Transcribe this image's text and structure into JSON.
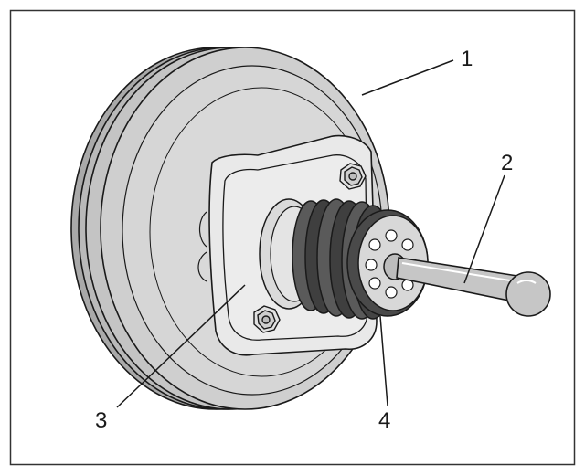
{
  "diagram": {
    "callouts": [
      {
        "id": "1",
        "label": "1"
      },
      {
        "id": "2",
        "label": "2"
      },
      {
        "id": "3",
        "label": "3"
      },
      {
        "id": "4",
        "label": "4"
      }
    ],
    "colors": {
      "frame": "#333333",
      "outline": "#1a1a1a",
      "drum": "#c8c8c8",
      "drum_face": "#d4d4d4",
      "flange": "#e6e6e6",
      "boot": "#4d4d4d",
      "rod": "#bdbdbd"
    }
  }
}
